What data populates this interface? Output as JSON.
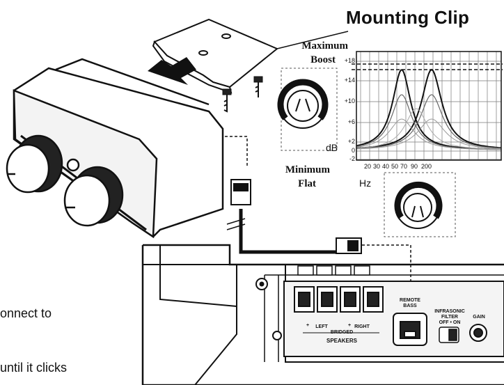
{
  "title": "Mounting Clip",
  "knob_labels": {
    "maximum": "Maximum",
    "boost": "Boost",
    "minimum": "Minimum",
    "flat": "Flat"
  },
  "units": {
    "db": "dB",
    "hz": "Hz"
  },
  "chart_data": {
    "type": "line",
    "y_ticks": [
      "+18",
      "+14",
      "+10",
      "+6",
      "+2",
      "0",
      "-2"
    ],
    "x_ticks": [
      "20",
      "30",
      "40",
      "50",
      "70",
      "90",
      "200"
    ],
    "grid": true
  },
  "amp_labels": {
    "left": "LEFT",
    "bridged": "BRIDGED",
    "right": "RIGHT",
    "speakers": "SPEAKERS",
    "remote_bass_1": "REMOTE",
    "remote_bass_2": "BASS",
    "infrasonic_1": "INFRASONIC",
    "infrasonic_2": "FILTER",
    "off_on": "OFF • ON",
    "gain": "GAIN"
  },
  "side_text": {
    "connect": "onnect to",
    "clicks": "until it clicks"
  }
}
